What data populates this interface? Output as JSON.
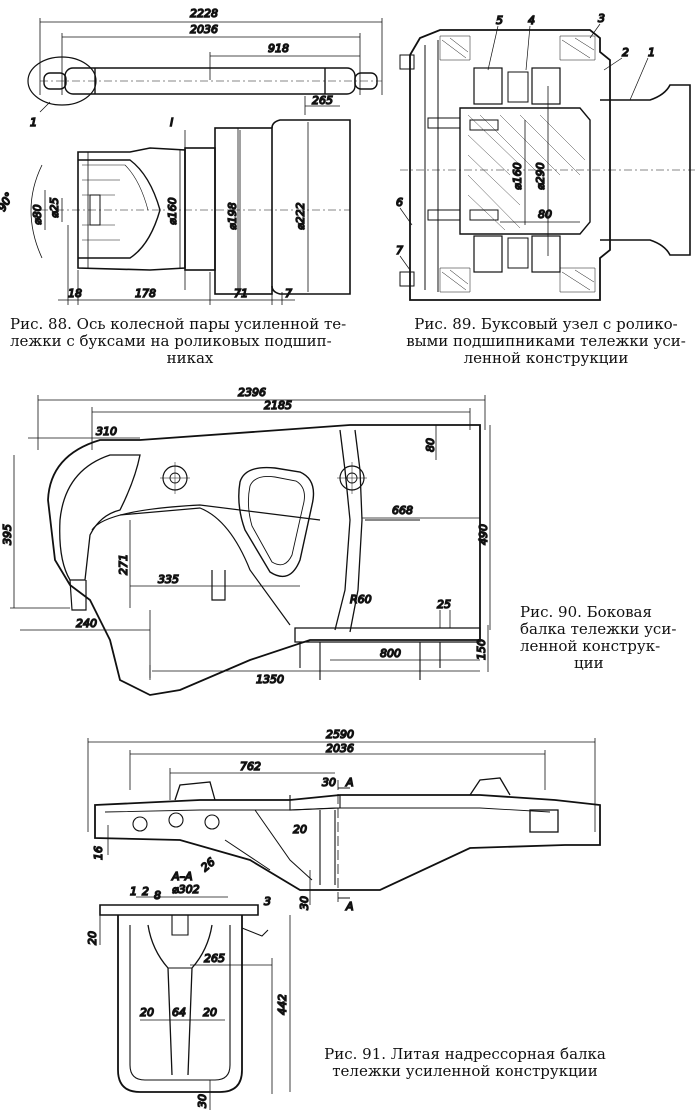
{
  "fig88": {
    "caption_line1": "Рис. 88. Ось колесной пары усиленной те-",
    "caption_line2": "лежки с буксами на роликовых подшип-",
    "caption_line3": "никах",
    "dims": {
      "d2228": "2228",
      "d2036": "2036",
      "d918": "918",
      "d265": "265",
      "d160": "⌀160",
      "d198": "⌀198",
      "d222": "⌀222",
      "d80": "⌀80",
      "d25": "⌀25",
      "d90": "90°",
      "d18": "18",
      "d178": "178",
      "d71": "71",
      "d7": "7",
      "l1": "1",
      "lI": "I"
    }
  },
  "fig89": {
    "caption_line1": "Рис. 89. Буксовый узел с ролико-",
    "caption_line2": "выми подшипниками тележки уси-",
    "caption_line3": "ленной конструкции",
    "dims": {
      "d160": "⌀160",
      "d290": "⌀290",
      "d80": "80",
      "n1": "1",
      "n2": "2",
      "n3": "3",
      "n4": "4",
      "n5": "5",
      "n6": "6",
      "n7": "7"
    }
  },
  "fig90": {
    "caption_line1": "Рис. 90. Боковая",
    "caption_line2": "балка тележки уси-",
    "caption_line3": "ленной конструк-",
    "caption_line4": "ции",
    "dims": {
      "d2396": "2396",
      "d2185": "2185",
      "d310": "310",
      "d80": "80",
      "d395": "395",
      "d271": "271",
      "d335": "335",
      "d668": "668",
      "d490": "490",
      "r60": "R60",
      "d25": "25",
      "d240": "240",
      "d150": "150",
      "d800": "800",
      "d1350": "1350"
    }
  },
  "fig91": {
    "caption_line1": "Рис. 91. Литая надрессорная балка",
    "caption_line2": "тележки усиленной конструкции",
    "dims": {
      "d2590": "2590",
      "d2036": "2036",
      "d762": "762",
      "d30a": "30",
      "d20a": "20",
      "d16": "16",
      "d26": "26",
      "d30b": "30",
      "aa": "А–А",
      "a_top": "А",
      "a_bot": "А",
      "d302": "⌀302",
      "n1": "1",
      "n2": "2",
      "n8": "8",
      "n3": "3",
      "d20b": "20",
      "d265": "265",
      "d442": "442",
      "d20c": "20",
      "d64": "64",
      "d20d": "20",
      "d30c": "30"
    }
  }
}
